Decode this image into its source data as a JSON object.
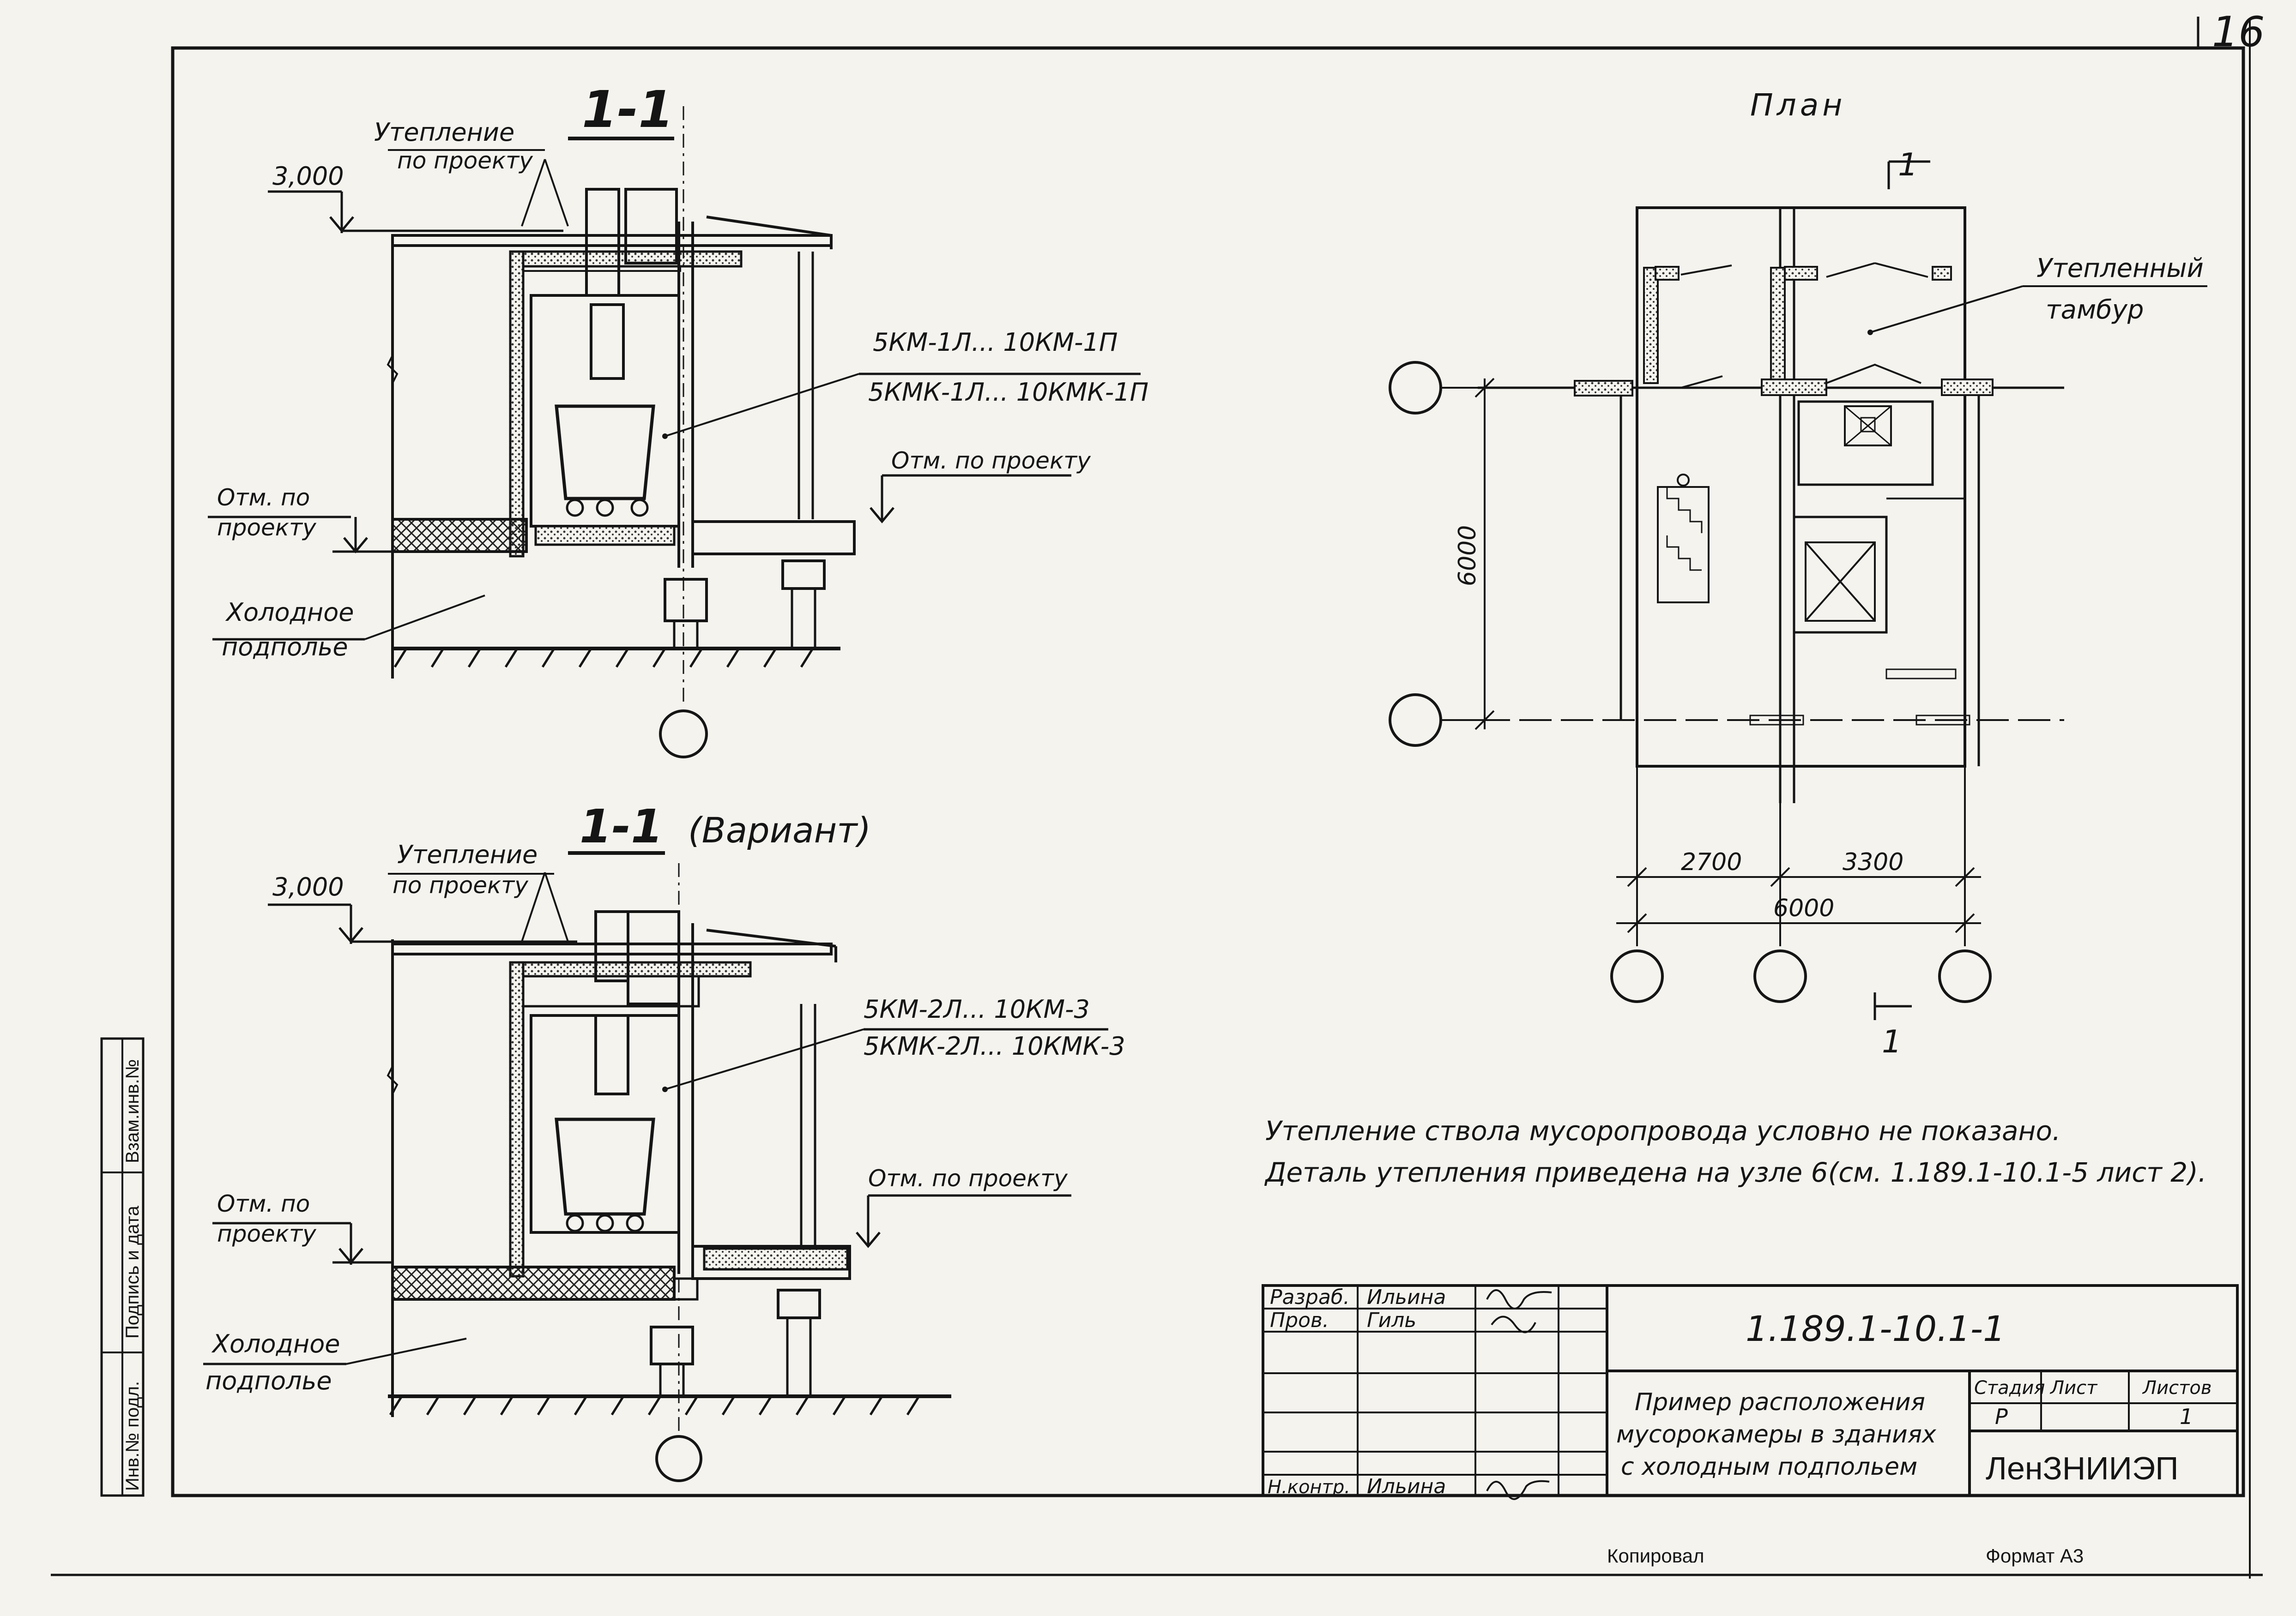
{
  "sheet": {
    "sheet_number": "16",
    "plan_title": "План",
    "section_upper_title": "1-1",
    "section_lower_title": "1-1",
    "section_lower_variant": "(Вариант)",
    "section_marker": "1"
  },
  "upper_section": {
    "insulation": "Утепление",
    "insulation_2": "по проекту",
    "elevation": "3,000",
    "equipment_1": "5КМ-1Л... 10КМ-1П",
    "equipment_2": "5КМК-1Л... 10КМК-1П",
    "level_left": "Отм. по",
    "level_left_2": "проекту",
    "level_right": "Отм. по проекту",
    "crawlspace": "Холодное",
    "crawlspace_2": "подполье"
  },
  "lower_section": {
    "insulation": "Утепление",
    "insulation_2": "по проекту",
    "elevation": "3,000",
    "equipment_1": "5КМ-2Л... 10КМ-3",
    "equipment_2": "5КМК-2Л... 10КМК-3",
    "level_left": "Отм. по",
    "level_left_2": "проекту",
    "level_right": "Отм. по проекту",
    "crawlspace": "Холодное",
    "crawlspace_2": "подполье"
  },
  "plan": {
    "vestibule_label": "Утепленный",
    "vestibule_label_2": "тамбур",
    "dim_vertical": "6000",
    "dim_2700": "2700",
    "dim_3300": "3300",
    "dim_6000": "6000"
  },
  "notes": {
    "line_1": "Утепление ствола мусоропровода условно не показано.",
    "line_2": "Деталь утепления приведена на узле 6(см. 1.189.1-10.1-5 лист 2)."
  },
  "title_block": {
    "role_developer": "Разраб.",
    "name_developer": "Ильина",
    "role_checker": "Пров.",
    "name_checker": "Гиль",
    "role_norm": "Н.контр.",
    "name_norm": "Ильина",
    "document_code": "1.189.1-10.1-1",
    "description_1": "Пример расположения",
    "description_2": "мусорокамеры в зданиях",
    "description_3": "с холодным подпольем",
    "stage_label": "Стадия",
    "sheet_label": "Лист",
    "sheets_label": "Листов",
    "stage_value": "Р",
    "sheets_value": "1",
    "organization": "ЛенЗНИИЭП"
  },
  "side_stamp": {
    "col_1": "Инв.№ подл.",
    "col_2": "Подпись и дата",
    "col_3": "Взам.инв.№"
  },
  "footer": {
    "copied": "Копировал",
    "format": "Формат А3"
  }
}
